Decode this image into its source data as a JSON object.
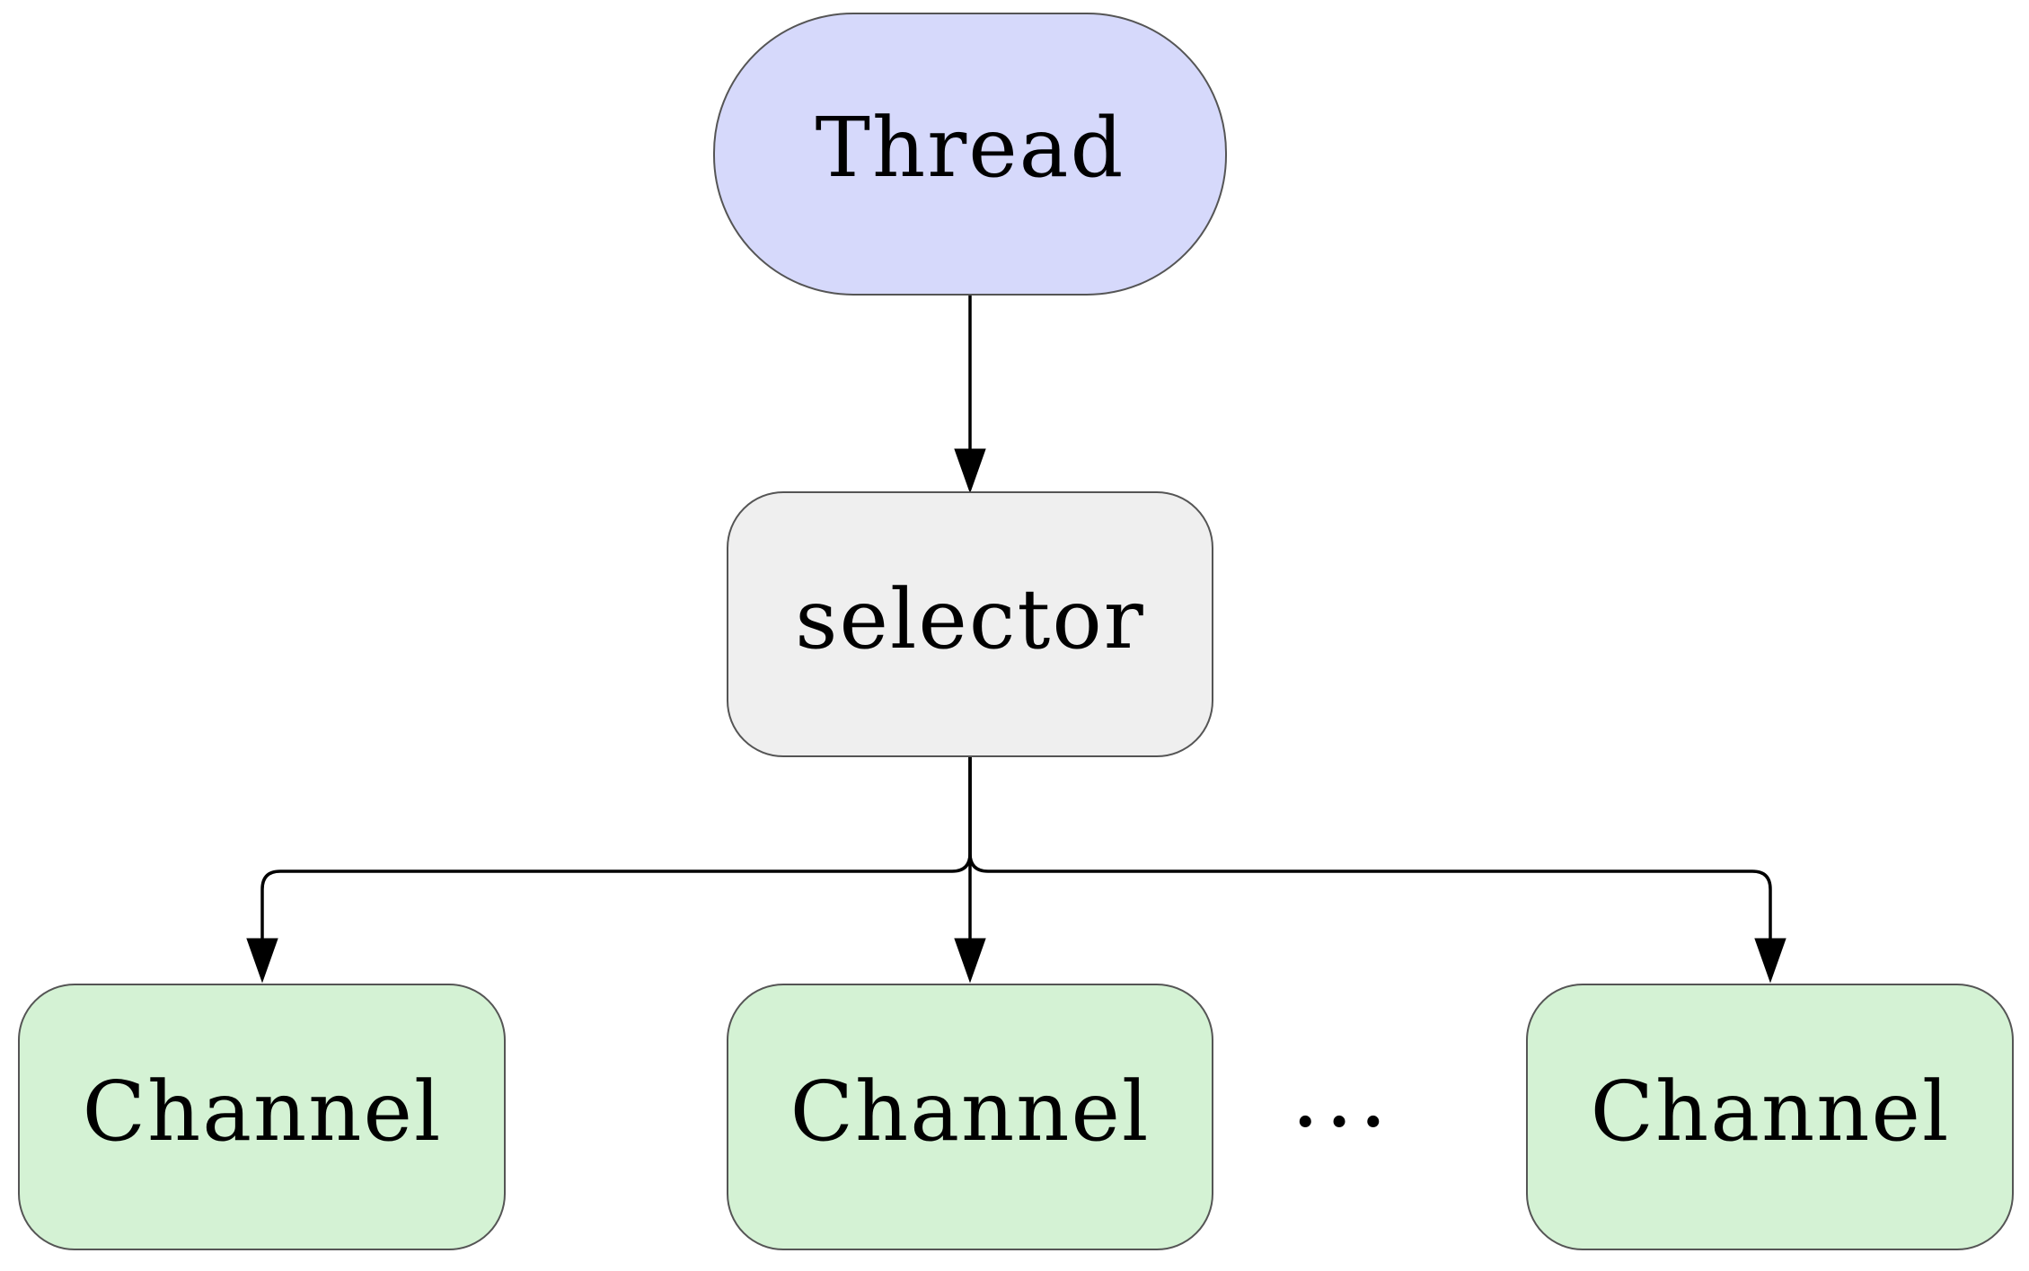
{
  "nodes": {
    "thread": {
      "label": "Thread",
      "fill": "#d6d9fb"
    },
    "selector": {
      "label": "selector",
      "fill": "#efefef"
    },
    "channel_1": {
      "label": "Channel",
      "fill": "#d4f2d4"
    },
    "channel_2": {
      "label": "Channel",
      "fill": "#d4f2d4"
    },
    "channel_3": {
      "label": "Channel",
      "fill": "#d4f2d4"
    }
  },
  "ellipsis": "...",
  "edges": [
    {
      "from": "thread",
      "to": "selector"
    },
    {
      "from": "selector",
      "to": "channel_1"
    },
    {
      "from": "selector",
      "to": "channel_2"
    },
    {
      "from": "selector",
      "to": "channel_3"
    }
  ],
  "colors": {
    "line": "#000000",
    "node_border": "#555555",
    "background": "#ffffff"
  }
}
